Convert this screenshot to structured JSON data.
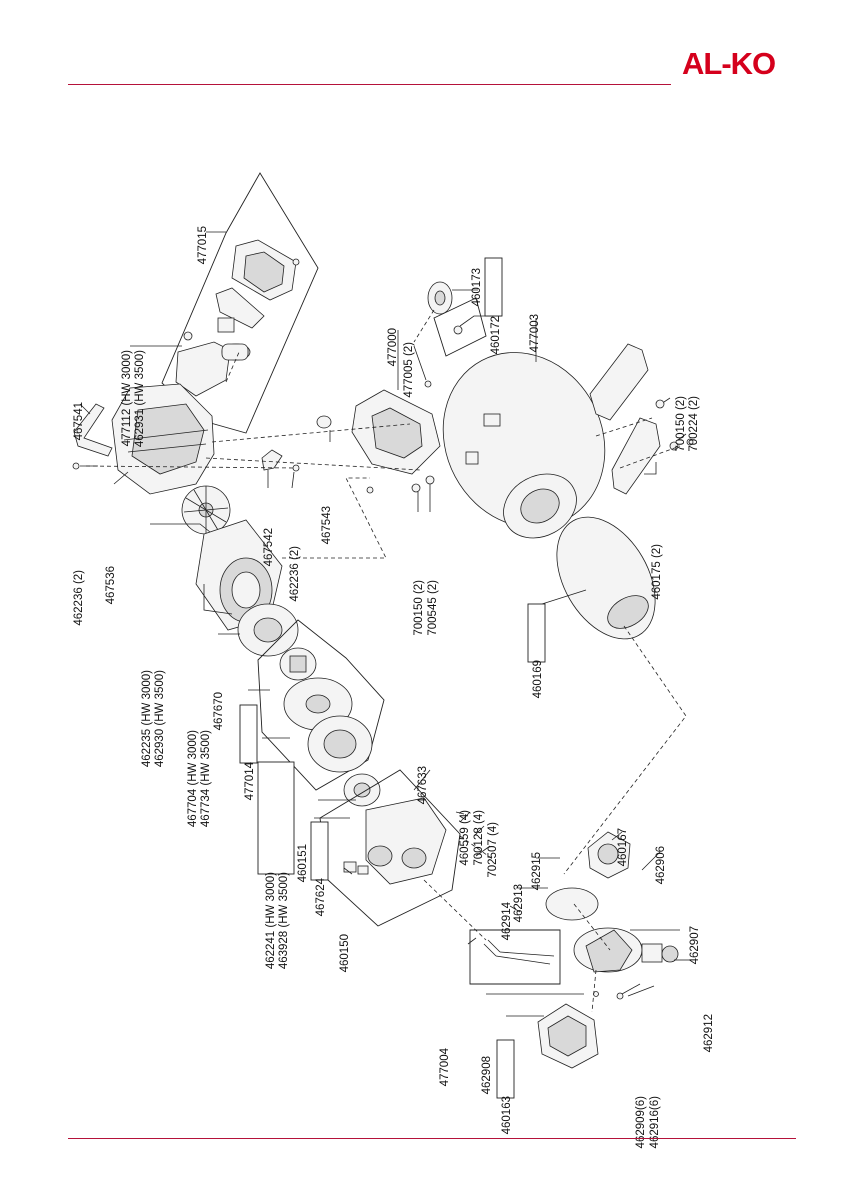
{
  "brand": {
    "logo_text": "AL-KO",
    "brand_color": "#d5001c",
    "rule_color": "#b5123a"
  },
  "part_labels": [
    {
      "key": "p477015",
      "text": "477015"
    },
    {
      "key": "p477112",
      "text": "477112 (HW 3000)"
    },
    {
      "key": "p462931",
      "text": "462931 (HW 3500)"
    },
    {
      "key": "p467541",
      "text": "467541"
    },
    {
      "key": "p462236a",
      "text": "462236 (2)"
    },
    {
      "key": "p467536",
      "text": "467536"
    },
    {
      "key": "p462235",
      "text": "462235 (HW 3000)"
    },
    {
      "key": "p462930",
      "text": "462930 (HW 3500)"
    },
    {
      "key": "p467542",
      "text": "467542"
    },
    {
      "key": "p462236b",
      "text": "462236 (2)"
    },
    {
      "key": "p467543",
      "text": "467543"
    },
    {
      "key": "p477000",
      "text": "477000"
    },
    {
      "key": "p477005",
      "text": "477005 (2)"
    },
    {
      "key": "p700150a",
      "text": "700150 (2)"
    },
    {
      "key": "p700545",
      "text": "700545 (2)"
    },
    {
      "key": "p460173",
      "text": "460173"
    },
    {
      "key": "p460172",
      "text": "460172"
    },
    {
      "key": "p477003",
      "text": "477003"
    },
    {
      "key": "p700150b",
      "text": "700150 (2)"
    },
    {
      "key": "p700224",
      "text": "700224 (2)"
    },
    {
      "key": "p460175",
      "text": "460175 (2)"
    },
    {
      "key": "p460169",
      "text": "460169"
    },
    {
      "key": "p467704",
      "text": "467704 (HW 3000)"
    },
    {
      "key": "p467734",
      "text": "467734 (HW 3500)"
    },
    {
      "key": "p467670",
      "text": "467670"
    },
    {
      "key": "p477014",
      "text": "477014"
    },
    {
      "key": "p462241",
      "text": "462241 (HW 3000)"
    },
    {
      "key": "p463928",
      "text": "463928 (HW 3500)"
    },
    {
      "key": "p460151",
      "text": "460151"
    },
    {
      "key": "p467624",
      "text": "467624"
    },
    {
      "key": "p460150",
      "text": "460150"
    },
    {
      "key": "p467633",
      "text": "467633"
    },
    {
      "key": "p460559",
      "text": "460559 (4)"
    },
    {
      "key": "p700128",
      "text": "700128 (4)"
    },
    {
      "key": "p702507",
      "text": "702507 (4)"
    },
    {
      "key": "p462915",
      "text": "462915"
    },
    {
      "key": "p462913",
      "text": "462913"
    },
    {
      "key": "p462914",
      "text": "462914"
    },
    {
      "key": "p460167",
      "text": "460167"
    },
    {
      "key": "p462906",
      "text": "462906"
    },
    {
      "key": "p462907",
      "text": "462907"
    },
    {
      "key": "p462912",
      "text": "462912"
    },
    {
      "key": "p477004",
      "text": "477004"
    },
    {
      "key": "p462908",
      "text": "462908"
    },
    {
      "key": "p460163",
      "text": "460163"
    },
    {
      "key": "p462909",
      "text": "462909(6)"
    },
    {
      "key": "p462916",
      "text": "462916(6)"
    }
  ]
}
